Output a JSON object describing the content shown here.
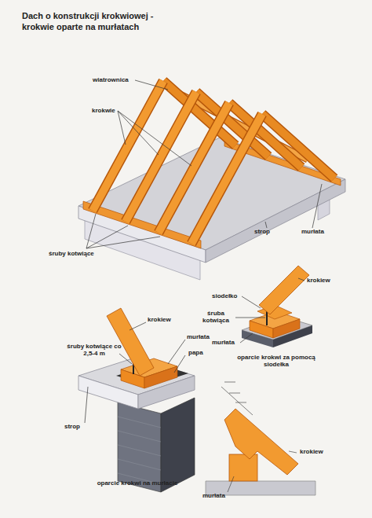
{
  "diagram": {
    "title": "Dach o konstrukcji krokwiowej - krokwie oparte na murłatach",
    "labels": [
      "wiatrownica",
      "krokwie",
      "śruby kotwiące",
      "strop",
      "murłata",
      "krokiew",
      "siodełko",
      "śruba kotwiąca",
      "murłata",
      "oparcie krokwi za pomocą siodełka",
      "krokiew",
      "murłata",
      "śruby kotwiące co 2,5-4 m",
      "papa",
      "strop",
      "oparcie krokwi na murłacie",
      "krokiew",
      "murłata"
    ]
  }
}
